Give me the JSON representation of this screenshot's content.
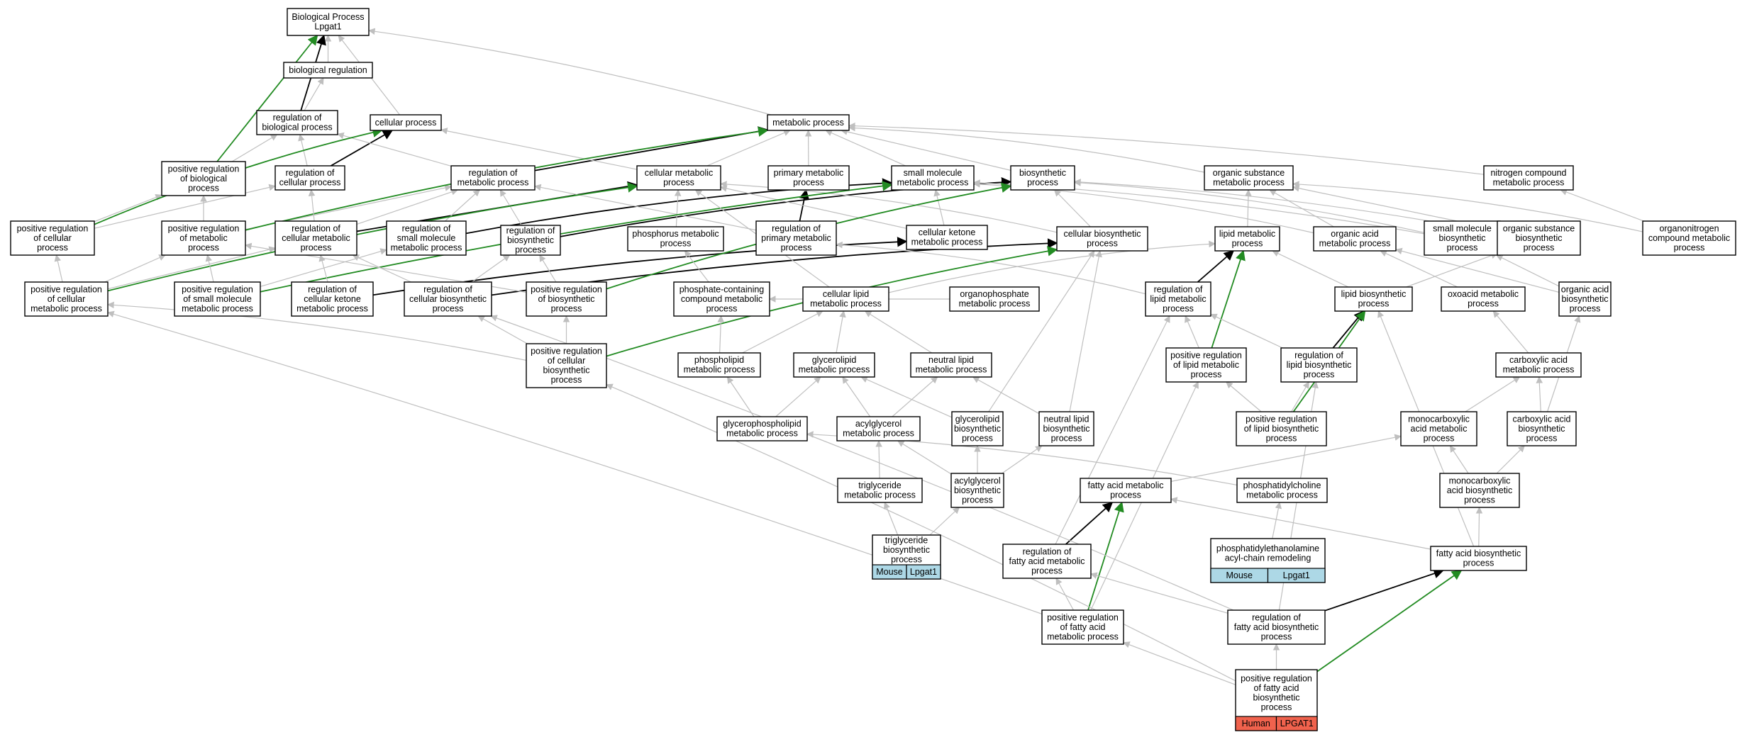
{
  "colors": {
    "edge_gray": "#bfbfbf",
    "edge_black": "#000000",
    "edge_green": "#228b22",
    "species_mouse": "#add8e6",
    "species_human": "#f0624d"
  },
  "nodes": [
    {
      "id": "bp",
      "lines": [
        "Biological Process",
        "Lpgat1"
      ]
    },
    {
      "id": "breg",
      "lines": [
        "biological regulation"
      ]
    },
    {
      "id": "regbio",
      "lines": [
        "regulation of",
        "biological process"
      ]
    },
    {
      "id": "cellproc",
      "lines": [
        "cellular process"
      ]
    },
    {
      "id": "metproc",
      "lines": [
        "metabolic process"
      ]
    },
    {
      "id": "posregbio",
      "lines": [
        "positive regulation",
        "of biological",
        "process"
      ]
    },
    {
      "id": "regcell",
      "lines": [
        "regulation of",
        "cellular process"
      ]
    },
    {
      "id": "regmet",
      "lines": [
        "regulation of",
        "metabolic process"
      ]
    },
    {
      "id": "cellmet",
      "lines": [
        "cellular metabolic",
        "process"
      ]
    },
    {
      "id": "primmet",
      "lines": [
        "primary metabolic",
        "process"
      ]
    },
    {
      "id": "smallmol",
      "lines": [
        "small molecule",
        "metabolic process"
      ]
    },
    {
      "id": "biosyn",
      "lines": [
        "biosynthetic",
        "process"
      ]
    },
    {
      "id": "orgsub",
      "lines": [
        "organic substance",
        "metabolic process"
      ]
    },
    {
      "id": "nitro",
      "lines": [
        "nitrogen compound",
        "metabolic process"
      ]
    },
    {
      "id": "posregcell",
      "lines": [
        "positive regulation",
        "of cellular",
        "process"
      ]
    },
    {
      "id": "posregmet",
      "lines": [
        "positive regulation",
        "of metabolic",
        "process"
      ]
    },
    {
      "id": "regcellmet",
      "lines": [
        "regulation of",
        "cellular metabolic",
        "process"
      ]
    },
    {
      "id": "regsmallmol",
      "lines": [
        "regulation of",
        "small molecule",
        "metabolic process"
      ]
    },
    {
      "id": "regbiosyn",
      "lines": [
        "regulation of",
        "biosynthetic",
        "process"
      ]
    },
    {
      "id": "phosmet",
      "lines": [
        "phosphorus metabolic",
        "process"
      ]
    },
    {
      "id": "regprimmet",
      "lines": [
        "regulation of",
        "primary metabolic",
        "process"
      ]
    },
    {
      "id": "cellket",
      "lines": [
        "cellular ketone",
        "metabolic process"
      ]
    },
    {
      "id": "cellbiosyn",
      "lines": [
        "cellular biosynthetic",
        "process"
      ]
    },
    {
      "id": "lipidmet",
      "lines": [
        "lipid metabolic",
        "process"
      ]
    },
    {
      "id": "orgacidmet",
      "lines": [
        "organic acid",
        "metabolic process"
      ]
    },
    {
      "id": "smallmolbio",
      "lines": [
        "small molecule",
        "biosynthetic",
        "process"
      ]
    },
    {
      "id": "orgsubbio",
      "lines": [
        "organic substance",
        "biosynthetic",
        "process"
      ]
    },
    {
      "id": "organonitro",
      "lines": [
        "organonitrogen",
        "compound metabolic",
        "process"
      ]
    },
    {
      "id": "posregcellmet",
      "lines": [
        "positive regulation",
        "of cellular",
        "metabolic process"
      ]
    },
    {
      "id": "posregsmallmol",
      "lines": [
        "positive regulation",
        "of small molecule",
        "metabolic process"
      ]
    },
    {
      "id": "regcellket",
      "lines": [
        "regulation of",
        "cellular ketone",
        "metabolic process"
      ]
    },
    {
      "id": "regcellbio",
      "lines": [
        "regulation of",
        "cellular biosynthetic",
        "process"
      ]
    },
    {
      "id": "posregbiosyn",
      "lines": [
        "positive regulation",
        "of biosynthetic",
        "process"
      ]
    },
    {
      "id": "phoscont",
      "lines": [
        "phosphate-containing",
        "compound metabolic",
        "process"
      ]
    },
    {
      "id": "celllipid",
      "lines": [
        "cellular lipid",
        "metabolic process"
      ]
    },
    {
      "id": "organophos",
      "lines": [
        "organophosphate",
        "metabolic process"
      ]
    },
    {
      "id": "reglipidmet",
      "lines": [
        "regulation of",
        "lipid metabolic",
        "process"
      ]
    },
    {
      "id": "lipidbio",
      "lines": [
        "lipid biosynthetic",
        "process"
      ]
    },
    {
      "id": "oxoacid",
      "lines": [
        "oxoacid metabolic",
        "process"
      ]
    },
    {
      "id": "orgacidbio",
      "lines": [
        "organic acid",
        "biosynthetic",
        "process"
      ]
    },
    {
      "id": "posregcellbio",
      "lines": [
        "positive regulation",
        "of cellular",
        "biosynthetic",
        "process"
      ]
    },
    {
      "id": "phospholipid",
      "lines": [
        "phospholipid",
        "metabolic process"
      ]
    },
    {
      "id": "glycerolipid",
      "lines": [
        "glycerolipid",
        "metabolic process"
      ]
    },
    {
      "id": "neutrallipid",
      "lines": [
        "neutral lipid",
        "metabolic process"
      ]
    },
    {
      "id": "posreglipidmet",
      "lines": [
        "positive regulation",
        "of lipid metabolic",
        "process"
      ]
    },
    {
      "id": "reglipidbio",
      "lines": [
        "regulation of",
        "lipid biosynthetic",
        "process"
      ]
    },
    {
      "id": "carboxmet",
      "lines": [
        "carboxylic acid",
        "metabolic process"
      ]
    },
    {
      "id": "glycerophos",
      "lines": [
        "glycerophospholipid",
        "metabolic process"
      ]
    },
    {
      "id": "acylglymet",
      "lines": [
        "acylglycerol",
        "metabolic process"
      ]
    },
    {
      "id": "glycerolipidbio",
      "lines": [
        "glycerolipid",
        "biosynthetic",
        "process"
      ]
    },
    {
      "id": "neutrallipidbio",
      "lines": [
        "neutral lipid",
        "biosynthetic",
        "process"
      ]
    },
    {
      "id": "posreglipidbio",
      "lines": [
        "positive regulation",
        "of lipid biosynthetic",
        "process"
      ]
    },
    {
      "id": "monocarbmet",
      "lines": [
        "monocarboxylic",
        "acid metabolic",
        "process"
      ]
    },
    {
      "id": "carbbio",
      "lines": [
        "carboxylic acid",
        "biosynthetic",
        "process"
      ]
    },
    {
      "id": "trigmet",
      "lines": [
        "triglyceride",
        "metabolic process"
      ]
    },
    {
      "id": "acylglybio",
      "lines": [
        "acylglycerol",
        "biosynthetic",
        "process"
      ]
    },
    {
      "id": "fattymet",
      "lines": [
        "fatty acid metabolic",
        "process"
      ]
    },
    {
      "id": "pcmet",
      "lines": [
        "phosphatidylcholine",
        "metabolic process"
      ]
    },
    {
      "id": "monocarbbio",
      "lines": [
        "monocarboxylic",
        "acid biosynthetic",
        "process"
      ]
    },
    {
      "id": "trigbio",
      "lines": [
        "triglyceride",
        "biosynthetic",
        "process"
      ],
      "tag": [
        "Mouse",
        "Lpgat1"
      ],
      "species": "mouse"
    },
    {
      "id": "pe",
      "lines": [
        "phosphatidylethanolamine",
        "acyl-chain remodeling"
      ],
      "tag": [
        "Mouse",
        "Lpgat1"
      ],
      "species": "mouse"
    },
    {
      "id": "regfattymet",
      "lines": [
        "regulation of",
        "fatty acid metabolic",
        "process"
      ]
    },
    {
      "id": "fattybio",
      "lines": [
        "fatty acid biosynthetic",
        "process"
      ]
    },
    {
      "id": "posregfattymet",
      "lines": [
        "positive regulation",
        "of fatty acid",
        "metabolic process"
      ]
    },
    {
      "id": "regfattybio",
      "lines": [
        "regulation of",
        "fatty acid biosynthetic",
        "process"
      ]
    },
    {
      "id": "posregfattybio",
      "lines": [
        "positive regulation",
        "of fatty acid",
        "biosynthetic",
        "process"
      ],
      "tag": [
        "Human",
        "LPGAT1"
      ],
      "species": "human"
    }
  ],
  "edges": [
    [
      "breg",
      "bp",
      "gray"
    ],
    [
      "regbio",
      "breg",
      "gray"
    ],
    [
      "regbio",
      "bp",
      "black"
    ],
    [
      "cellproc",
      "bp",
      "gray"
    ],
    [
      "metproc",
      "bp",
      "gray"
    ],
    [
      "posregbio",
      "bp",
      "green"
    ],
    [
      "posregbio",
      "regbio",
      "gray"
    ],
    [
      "regcell",
      "regbio",
      "gray"
    ],
    [
      "regcell",
      "cellproc",
      "black"
    ],
    [
      "regmet",
      "regbio",
      "gray"
    ],
    [
      "regmet",
      "metproc",
      "black"
    ],
    [
      "cellmet",
      "cellproc",
      "gray"
    ],
    [
      "cellmet",
      "metproc",
      "gray"
    ],
    [
      "primmet",
      "metproc",
      "gray"
    ],
    [
      "smallmol",
      "metproc",
      "gray"
    ],
    [
      "biosyn",
      "metproc",
      "gray"
    ],
    [
      "orgsub",
      "metproc",
      "gray"
    ],
    [
      "nitro",
      "metproc",
      "gray"
    ],
    [
      "posregcell",
      "posregbio",
      "gray"
    ],
    [
      "posregcell",
      "regcell",
      "gray"
    ],
    [
      "posregcell",
      "cellproc",
      "green"
    ],
    [
      "posregmet",
      "posregbio",
      "gray"
    ],
    [
      "posregmet",
      "regmet",
      "gray"
    ],
    [
      "posregmet",
      "metproc",
      "green"
    ],
    [
      "regcellmet",
      "regcell",
      "gray"
    ],
    [
      "regcellmet",
      "regmet",
      "gray"
    ],
    [
      "regcellmet",
      "cellmet",
      "black"
    ],
    [
      "regsmallmol",
      "regmet",
      "gray"
    ],
    [
      "regsmallmol",
      "smallmol",
      "black"
    ],
    [
      "regbiosyn",
      "regmet",
      "gray"
    ],
    [
      "regbiosyn",
      "biosyn",
      "black"
    ],
    [
      "phosmet",
      "cellmet",
      "gray"
    ],
    [
      "regprimmet",
      "regmet",
      "gray"
    ],
    [
      "regprimmet",
      "primmet",
      "black"
    ],
    [
      "cellket",
      "cellmet",
      "gray"
    ],
    [
      "cellket",
      "smallmol",
      "gray"
    ],
    [
      "cellbiosyn",
      "cellmet",
      "gray"
    ],
    [
      "cellbiosyn",
      "biosyn",
      "gray"
    ],
    [
      "lipidmet",
      "orgsub",
      "gray"
    ],
    [
      "orgacidmet",
      "orgsub",
      "gray"
    ],
    [
      "orgacidmet",
      "smallmol",
      "gray"
    ],
    [
      "smallmolbio",
      "smallmol",
      "gray"
    ],
    [
      "smallmolbio",
      "biosyn",
      "gray"
    ],
    [
      "orgsubbio",
      "orgsub",
      "gray"
    ],
    [
      "orgsubbio",
      "biosyn",
      "gray"
    ],
    [
      "organonitro",
      "nitro",
      "gray"
    ],
    [
      "organonitro",
      "orgsub",
      "gray"
    ],
    [
      "posregcellmet",
      "posregcell",
      "gray"
    ],
    [
      "posregcellmet",
      "posregmet",
      "gray"
    ],
    [
      "posregcellmet",
      "regcellmet",
      "gray"
    ],
    [
      "posregcellmet",
      "cellmet",
      "green"
    ],
    [
      "posregsmallmol",
      "posregmet",
      "gray"
    ],
    [
      "posregsmallmol",
      "regsmallmol",
      "gray"
    ],
    [
      "posregsmallmol",
      "smallmol",
      "green"
    ],
    [
      "regcellket",
      "regcellmet",
      "gray"
    ],
    [
      "regcellket",
      "cellket",
      "black"
    ],
    [
      "regcellbio",
      "regcellmet",
      "gray"
    ],
    [
      "regcellbio",
      "regbiosyn",
      "gray"
    ],
    [
      "regcellbio",
      "cellbiosyn",
      "black"
    ],
    [
      "posregbiosyn",
      "posregmet",
      "gray"
    ],
    [
      "posregbiosyn",
      "regbiosyn",
      "gray"
    ],
    [
      "posregbiosyn",
      "biosyn",
      "green"
    ],
    [
      "phoscont",
      "phosmet",
      "gray"
    ],
    [
      "celllipid",
      "cellmet",
      "gray"
    ],
    [
      "celllipid",
      "lipidmet",
      "gray"
    ],
    [
      "organophos",
      "phoscont",
      "gray"
    ],
    [
      "reglipidmet",
      "regprimmet",
      "gray"
    ],
    [
      "reglipidmet",
      "lipidmet",
      "black"
    ],
    [
      "lipidbio",
      "lipidmet",
      "gray"
    ],
    [
      "lipidbio",
      "orgsubbio",
      "gray"
    ],
    [
      "oxoacid",
      "orgacidmet",
      "gray"
    ],
    [
      "orgacidbio",
      "orgacidmet",
      "gray"
    ],
    [
      "orgacidbio",
      "smallmolbio",
      "gray"
    ],
    [
      "posregcellbio",
      "posregcellmet",
      "gray"
    ],
    [
      "posregcellbio",
      "posregbiosyn",
      "gray"
    ],
    [
      "posregcellbio",
      "regcellbio",
      "gray"
    ],
    [
      "posregcellbio",
      "cellbiosyn",
      "green"
    ],
    [
      "phospholipid",
      "celllipid",
      "gray"
    ],
    [
      "phospholipid",
      "phoscont",
      "gray"
    ],
    [
      "glycerolipid",
      "celllipid",
      "gray"
    ],
    [
      "neutrallipid",
      "celllipid",
      "gray"
    ],
    [
      "posreglipidmet",
      "reglipidmet",
      "gray"
    ],
    [
      "posreglipidmet",
      "lipidmet",
      "green"
    ],
    [
      "reglipidbio",
      "reglipidmet",
      "gray"
    ],
    [
      "reglipidbio",
      "lipidbio",
      "black"
    ],
    [
      "carboxmet",
      "oxoacid",
      "gray"
    ],
    [
      "glycerophos",
      "phospholipid",
      "gray"
    ],
    [
      "glycerophos",
      "glycerolipid",
      "gray"
    ],
    [
      "acylglymet",
      "glycerolipid",
      "gray"
    ],
    [
      "acylglymet",
      "neutrallipid",
      "gray"
    ],
    [
      "glycerolipidbio",
      "glycerolipid",
      "gray"
    ],
    [
      "glycerolipidbio",
      "cellbiosyn",
      "gray"
    ],
    [
      "neutrallipidbio",
      "neutrallipid",
      "gray"
    ],
    [
      "neutrallipidbio",
      "cellbiosyn",
      "gray"
    ],
    [
      "posreglipidbio",
      "posreglipidmet",
      "gray"
    ],
    [
      "posreglipidbio",
      "reglipidbio",
      "gray"
    ],
    [
      "posreglipidbio",
      "lipidbio",
      "green"
    ],
    [
      "monocarbmet",
      "carboxmet",
      "gray"
    ],
    [
      "carbbio",
      "carboxmet",
      "gray"
    ],
    [
      "carbbio",
      "orgacidbio",
      "gray"
    ],
    [
      "trigmet",
      "acylglymet",
      "gray"
    ],
    [
      "acylglybio",
      "acylglymet",
      "gray"
    ],
    [
      "acylglybio",
      "glycerolipidbio",
      "gray"
    ],
    [
      "acylglybio",
      "neutrallipidbio",
      "gray"
    ],
    [
      "fattymet",
      "monocarbmet",
      "gray"
    ],
    [
      "pcmet",
      "glycerophos",
      "gray"
    ],
    [
      "monocarbbio",
      "monocarbmet",
      "gray"
    ],
    [
      "monocarbbio",
      "carbbio",
      "gray"
    ],
    [
      "trigbio",
      "trigmet",
      "gray"
    ],
    [
      "trigbio",
      "acylglybio",
      "gray"
    ],
    [
      "pe",
      "pcmet",
      "gray"
    ],
    [
      "regfattymet",
      "reglipidmet",
      "gray"
    ],
    [
      "regfattymet",
      "fattymet",
      "black"
    ],
    [
      "fattybio",
      "fattymet",
      "gray"
    ],
    [
      "fattybio",
      "monocarbbio",
      "gray"
    ],
    [
      "fattybio",
      "lipidbio",
      "gray"
    ],
    [
      "posregfattymet",
      "posreglipidmet",
      "gray"
    ],
    [
      "posregfattymet",
      "regfattymet",
      "gray"
    ],
    [
      "posregfattymet",
      "fattymet",
      "green"
    ],
    [
      "posregfattymet",
      "posregcellmet",
      "gray"
    ],
    [
      "regfattybio",
      "regfattymet",
      "gray"
    ],
    [
      "regfattybio",
      "reglipidbio",
      "gray"
    ],
    [
      "regfattybio",
      "fattybio",
      "black"
    ],
    [
      "regfattybio",
      "regcellbio",
      "gray"
    ],
    [
      "posregfattybio",
      "posregfattymet",
      "gray"
    ],
    [
      "posregfattybio",
      "regfattybio",
      "gray"
    ],
    [
      "posregfattybio",
      "fattybio",
      "green"
    ],
    [
      "posregfattybio",
      "posregcellbio",
      "gray"
    ]
  ]
}
